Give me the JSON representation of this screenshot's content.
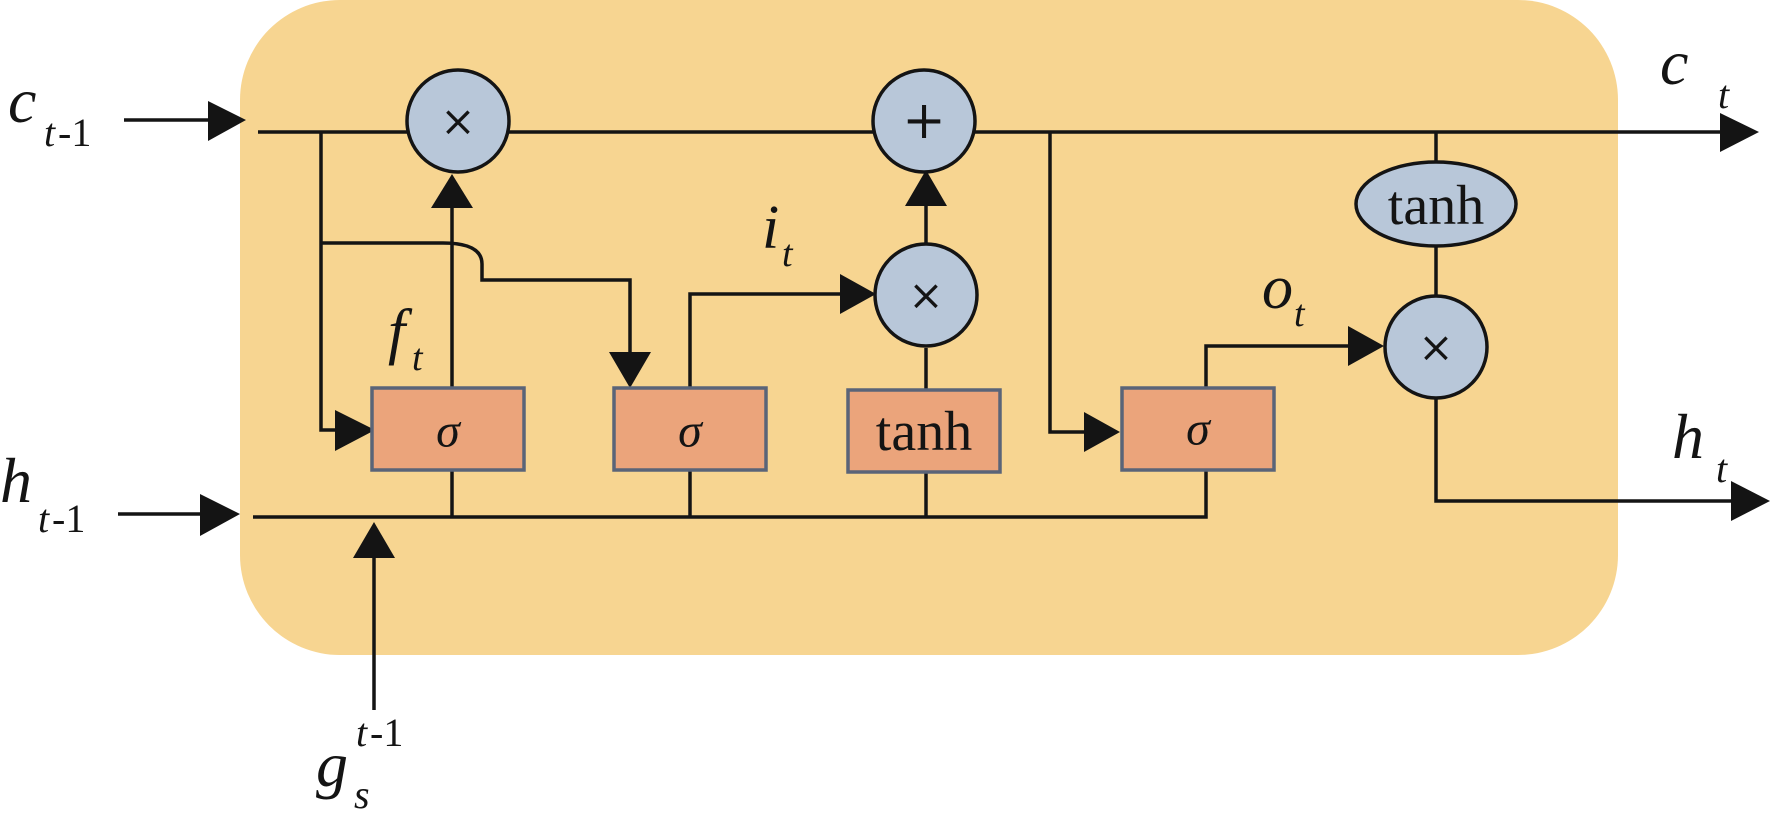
{
  "inputs": {
    "c_prev": {
      "base": "c",
      "sub_var": "t",
      "sub_num": "-1"
    },
    "h_prev": {
      "base": "h",
      "sub_var": "t",
      "sub_num": "-1"
    },
    "g_prev": {
      "base": "g",
      "sub_var": "s",
      "sup_var": "t",
      "sup_num": "-1"
    }
  },
  "outputs": {
    "c_t": {
      "base": "c",
      "sub": "t"
    },
    "h_t": {
      "base": "h",
      "sub": "t"
    }
  },
  "gate_labels": {
    "forget": {
      "base": "f",
      "sub": "t"
    },
    "input": {
      "base": "i",
      "sub": "t"
    },
    "output": {
      "base": "o",
      "sub": "t"
    }
  },
  "gates": {
    "forget_sigma": "σ",
    "input_sigma": "σ",
    "candidate_tanh": "tanh",
    "output_sigma": "σ"
  },
  "ops": {
    "forget_mult": "×",
    "cell_add": "+",
    "input_mult": "×",
    "output_mult": "×"
  },
  "cell_tanh": "tanh",
  "colors": {
    "cell_background": "#f7d591",
    "gate_fill": "#eba47b",
    "gate_border": "#5a6478",
    "operator_fill": "#b8c7d9",
    "line": "#141414"
  }
}
